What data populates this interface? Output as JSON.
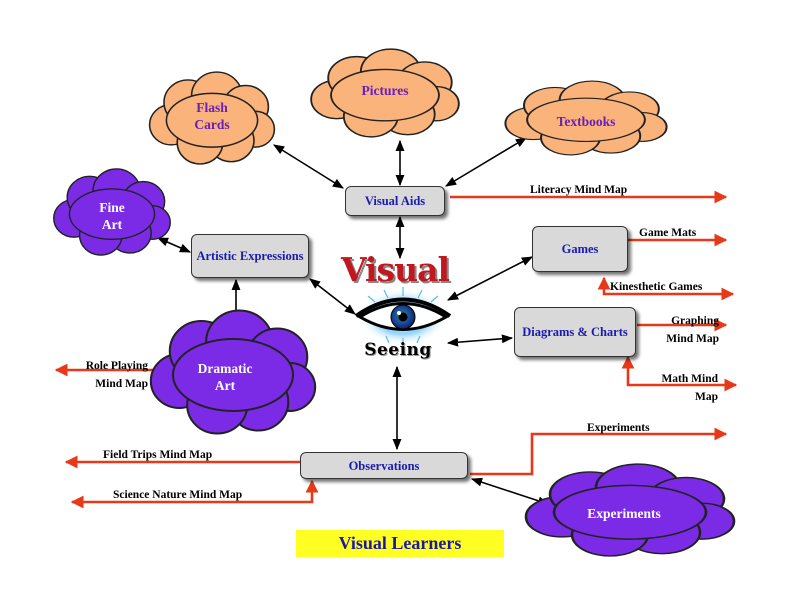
{
  "center": {
    "title": "Visual",
    "subtitle": "Seeing"
  },
  "boxes": {
    "visual_aids": "Visual Aids",
    "artistic_expressions": "Artistic Expressions",
    "games": "Games",
    "diagrams_charts": "Diagrams & Charts",
    "observations": "Observations"
  },
  "clouds": {
    "flash_cards": "Flash Cards",
    "pictures": "Pictures",
    "textbooks": "Textbooks",
    "fine_art": "Fine Art",
    "dramatic_art": "Dramatic Art",
    "experiments": "Experiments"
  },
  "links": {
    "literacy": "Literacy Mind Map",
    "game_mats": "Game Mats",
    "kinesthetic": "Kinesthetic Games",
    "graphing": "Graphing Mind Map",
    "math": "Math Mind Map",
    "role_playing": "Role Playing Mind Map",
    "field_trips": "Field Trips Mind Map",
    "science_nature": "Science Nature Mind Map",
    "experiments": "Experiments"
  },
  "caption": "Visual Learners",
  "colors": {
    "orange_cloud": "#fab37a",
    "purple_cloud": "#7b2be6",
    "box_fill": "#d9d9d9",
    "box_text": "#1a1ab0",
    "red_arrow": "#e8381a",
    "title_red": "#c0181e",
    "caption_bg": "#ffff24"
  }
}
